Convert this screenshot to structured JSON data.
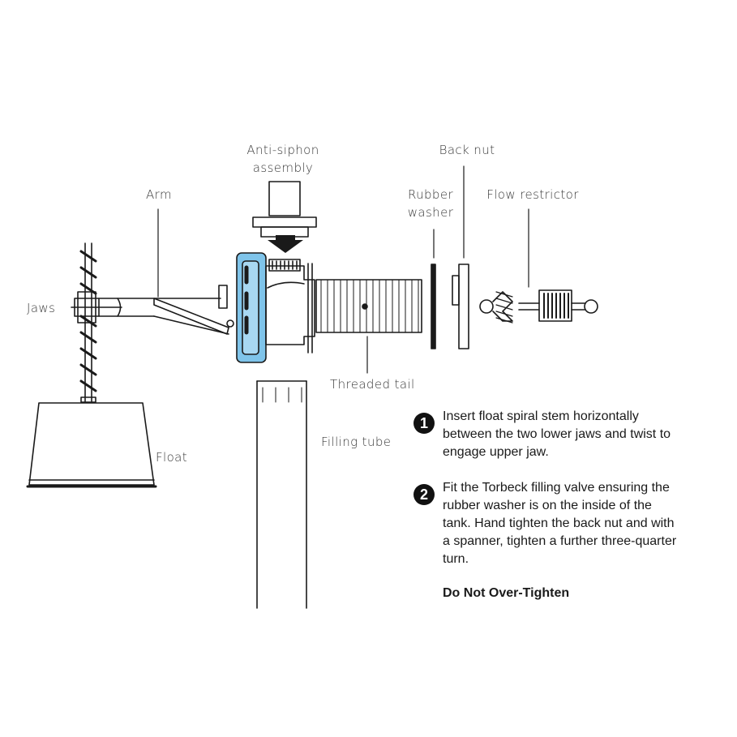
{
  "labels": {
    "anti_siphon_line1": "Anti-siphon",
    "anti_siphon_line2": "assembly",
    "back_nut": "Back nut",
    "rubber_line1": "Rubber",
    "rubber_line2": "washer",
    "flow_restrictor": "Flow restrictor",
    "arm": "Arm",
    "jaws": "Jaws",
    "threaded_tail": "Threaded tail",
    "filling_tube": "Filling tube",
    "float": "Float"
  },
  "steps": [
    {
      "number": "1",
      "lines": [
        "Insert float spiral stem horizontally",
        "between the two lower jaws and twist to",
        "engage upper jaw."
      ]
    },
    {
      "number": "2",
      "lines": [
        "Fit the Torbeck filling valve ensuring the",
        "rubber washer is on the inside of the",
        "tank. Hand tighten the back nut and with",
        "a spanner, tighten a further three-quarter",
        "turn."
      ]
    }
  ],
  "warning": "Do Not Over-Tighten",
  "colors": {
    "line": "#1a1a1a",
    "valve_body": "#7fc4ea",
    "text": "#3a3a3a"
  }
}
